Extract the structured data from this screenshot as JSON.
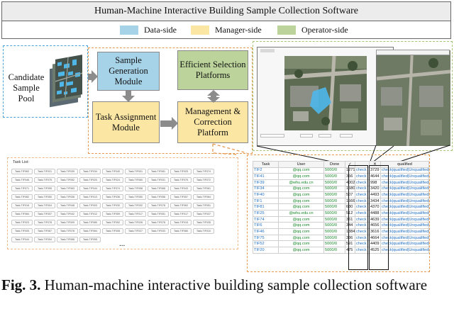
{
  "title": "Human-Machine Interactive Building Sample Collection Software",
  "legend": [
    {
      "label": "Data-side",
      "color": "#a7d3e9"
    },
    {
      "label": "Manager-side",
      "color": "#fbe6a3"
    },
    {
      "label": "Operator-side",
      "color": "#bcd49b"
    }
  ],
  "nodes": {
    "candidate": "Candidate Sample Pool",
    "sample_generation": "Sample Generation Module",
    "task_assignment": "Task Assignment Module",
    "efficient_selection": "Efficient Selection Platforms",
    "management": "Management & Correction Platform"
  },
  "task_list": {
    "label": "Task List:",
    "rows": [
      [
        "Task-TIF062",
        "Task-TIF021",
        "Task-TIF039",
        "Task-TIF034",
        "Task-TIF040",
        "Task-TIF001",
        "Task-TIF081",
        "Task-TIF025",
        "Task-TIF074"
      ],
      [
        "Task-TIF046",
        "Task-TIF075",
        "Task-TIF052",
        "Task-TIF020",
        "Task-TIF024",
        "Task-TIF060",
        "Task-TIF031",
        "Task-TIF075",
        "Task-TIF072"
      ],
      [
        "Task-TIF071",
        "Task-TIF055",
        "Task-TIF063",
        "Task-TIF044",
        "Task-TIF074",
        "Task-TIF058",
        "Task-TIF068",
        "Task-TIF043",
        "Task-TIF061"
      ],
      [
        "Task-TIF082",
        "Task-TIF050",
        "Task-TIF038",
        "Task-TIF013",
        "Task-TIF036",
        "Task-TIF050",
        "Task-TIF058",
        "Task-TIF057",
        "Task-TIF064"
      ],
      [
        "Task-TIF016",
        "Task-TIF004",
        "Task-TIF048",
        "Task-TIF003",
        "Task-TIF030",
        "Task-TIF032",
        "Task-TIF078",
        "Task-TIF062",
        "Task-TIF051"
      ],
      [
        "Task-TIF084",
        "Task-TIF007",
        "Task-TIF042",
        "Task-TIF012",
        "Task-TIF059",
        "Task-TIF017",
        "Task-TIF051",
        "Task-TIF017",
        "Task-TIF037"
      ],
      [
        "Task-TIF023",
        "Task-TIF078",
        "Task-TIF009",
        "Task-TIF080",
        "Task-TIF052",
        "Task-TIF026",
        "Task-TIF078",
        "Task-TIF015",
        "Task-TIF035"
      ],
      [
        "Task-TIF005",
        "Task-TIF067",
        "Task-TIF078",
        "Task-TIF064",
        "Task-TIF008",
        "Task-TIF027",
        "Task-TIF033",
        "Task-TIF080",
        "Task-TIF010"
      ],
      [
        "Task-TIF044",
        "Task-TIF054",
        "Task-TIF066",
        "Task-TIF055"
      ]
    ],
    "ellipsis": "..."
  },
  "user_table": {
    "headers": [
      "Task",
      "User",
      "Done",
      "✓",
      "✕",
      "qualified"
    ],
    "rows": [
      [
        "TIF2",
        "@qq.com",
        "5000/0",
        "1271",
        "check",
        "3729",
        "check|qualified|Unqualified"
      ],
      [
        "TIF41",
        "@qq.com",
        "5000/0",
        "356",
        "check",
        "4644",
        "check|qualified|Unqualified"
      ],
      [
        "TIF39",
        "@whu.edu.cn",
        "5000/0",
        "4002",
        "check",
        "998",
        "check|qualified|Unqualified"
      ],
      [
        "TIF34",
        "@qq.com",
        "5000/0",
        "1580",
        "check",
        "3420",
        "check|qualified|Unqualified"
      ],
      [
        "TIF40",
        "@qq.com",
        "5000/0",
        "507",
        "check",
        "4493",
        "check|qualified|Unqualified"
      ],
      [
        "TIF1",
        "@qq.com",
        "5000/0",
        "1566",
        "check",
        "3434",
        "check|qualified|Unqualified"
      ],
      [
        "TIF81",
        "@qq.com",
        "5000/0",
        "630",
        "check",
        "4370",
        "check|qualified|Unqualified"
      ],
      [
        "TIF25",
        "@whu.edu.cn",
        "5000/0",
        "512",
        "check",
        "4488",
        "check|qualified|Unqualified"
      ],
      [
        "TIF74",
        "@qq.com",
        "5000/0",
        "361",
        "check",
        "4639",
        "check|qualified|Unqualified"
      ],
      [
        "TIF6",
        "@qq.com",
        "5000/0",
        "344",
        "check",
        "4656",
        "check|qualified|Unqualified"
      ],
      [
        "TIF46",
        "@qq.com",
        "5000/0",
        "1384",
        "check",
        "3616",
        "check|qualified|Unqualified"
      ],
      [
        "TIF75",
        "@qq.com",
        "5000/0",
        "336",
        "check",
        "4664",
        "check|qualified|Unqualified"
      ],
      [
        "TIF52",
        "@qq.com",
        "5000/0",
        "591",
        "check",
        "4409",
        "check|qualified|Unqualified"
      ],
      [
        "TIF20",
        "@qq.com",
        "5000/0",
        "475",
        "check",
        "4525",
        "check|qualified|Unqualified"
      ]
    ]
  },
  "caption": {
    "prefix": "Fig.",
    "number": "3.",
    "text": "Human-machine interactive building sample collection software"
  }
}
